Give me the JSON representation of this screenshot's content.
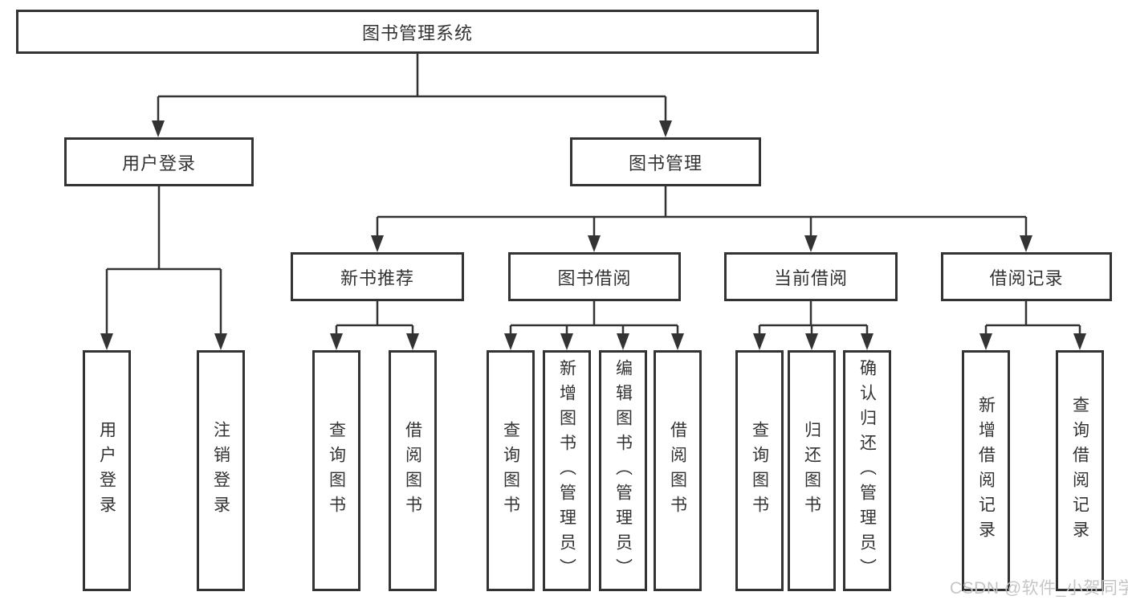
{
  "nodes": {
    "root": "图书管理系统",
    "level2": [
      "用户登录",
      "图书管理"
    ],
    "level3": [
      "新书推荐",
      "图书借阅",
      "当前借阅",
      "借阅记录"
    ],
    "leaves": {
      "user_login": [
        "用户登录",
        "注销登录"
      ],
      "new_book": [
        "查询图书",
        "借阅图书"
      ],
      "book_borrow": [
        "查询图书",
        "新增图书（管理员）",
        "编辑图书（管理员）",
        "借阅图书"
      ],
      "current_borrow": [
        "查询图书",
        "归还图书",
        "确认归还（管理员）"
      ],
      "borrow_records": [
        "新增借阅记录",
        "查询借阅记录"
      ]
    }
  },
  "watermark": "CSDN @软件_小贺同学",
  "colors": {
    "line": "#333333",
    "text": "#333333",
    "watermark": "#c5c5c5",
    "background": "#ffffff"
  }
}
